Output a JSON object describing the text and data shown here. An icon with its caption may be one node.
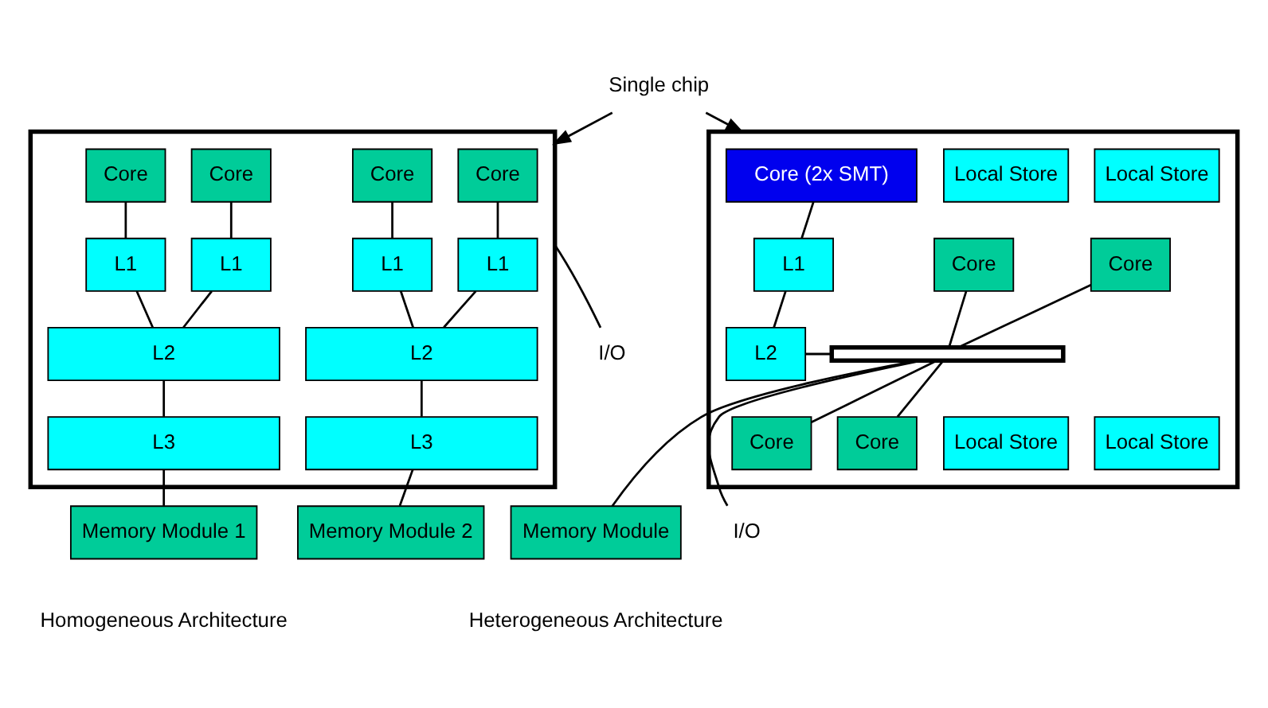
{
  "diagram": {
    "nodes": [
      {
        "text": [
          "Single chip"
        ]
      },
      {
        "text": [],
        "shape": "box"
      },
      {
        "text": [
          "Core"
        ],
        "in": 1
      },
      {
        "text": [
          "Core"
        ],
        "in": 1
      },
      {
        "text": [
          "Core"
        ],
        "in": 1
      },
      {
        "text": [
          "Core"
        ],
        "in": 1
      },
      {
        "text": [
          "L1"
        ],
        "in": 1
      },
      {
        "text": [
          "L1"
        ],
        "in": 1
      },
      {
        "text": [
          "L1"
        ],
        "in": 1
      },
      {
        "text": [
          "L1"
        ],
        "in": 1
      },
      {
        "text": [
          "L2"
        ],
        "in": 1
      },
      {
        "text": [
          "L2"
        ],
        "in": 1
      },
      {
        "text": [
          "L3"
        ],
        "in": 1
      },
      {
        "text": [
          "L3"
        ],
        "in": 1
      },
      {
        "text": [
          "I/O"
        ]
      },
      {
        "text": [
          "Memory Module 1"
        ]
      },
      {
        "text": [
          "Memory Module 2"
        ]
      },
      {
        "text": [],
        "shape": "box"
      },
      {
        "text": [
          "Core (2x SMT)"
        ],
        "in": 17
      },
      {
        "text": [
          "L1"
        ],
        "in": 17
      },
      {
        "text": [
          "L2"
        ],
        "in": 17
      },
      {
        "text": [
          "Local Store"
        ],
        "in": 17
      },
      {
        "text": [
          "Local Store"
        ],
        "in": 17
      },
      {
        "text": [
          "Core"
        ],
        "in": 17
      },
      {
        "text": [
          "Core"
        ],
        "in": 17
      },
      {
        "text": [],
        "shape": "bar",
        "in": 17
      },
      {
        "text": [
          "Core"
        ],
        "in": 17
      },
      {
        "text": [
          "Core"
        ],
        "in": 17
      },
      {
        "text": [
          "Local Store"
        ],
        "in": 17
      },
      {
        "text": [
          "Local Store"
        ],
        "in": 17
      },
      {
        "text": [
          "Memory Module"
        ]
      },
      {
        "text": [
          "I/O"
        ]
      }
    ],
    "edges": [
      {
        "from": 0,
        "to": 1,
        "arrow": "to"
      },
      {
        "from": 0,
        "to": 17,
        "arrow": "to"
      },
      {
        "from": 2,
        "to": 6,
        "arrow": "none"
      },
      {
        "from": 3,
        "to": 7,
        "arrow": "none"
      },
      {
        "from": 4,
        "to": 8,
        "arrow": "none"
      },
      {
        "from": 5,
        "to": 9,
        "arrow": "none"
      },
      {
        "from": 6,
        "to": 10,
        "arrow": "none"
      },
      {
        "from": 7,
        "to": 10,
        "arrow": "none"
      },
      {
        "from": 8,
        "to": 11,
        "arrow": "none"
      },
      {
        "from": 9,
        "to": 11,
        "arrow": "none"
      },
      {
        "from": 10,
        "to": 13,
        "arrow": "none"
      },
      {
        "from": 11,
        "to": 12,
        "arrow": "none"
      },
      {
        "from": 14,
        "to": 1,
        "arrow": "none"
      },
      {
        "from": 12,
        "to": 15,
        "arrow": "none"
      },
      {
        "from": 13,
        "to": 16,
        "arrow": "none"
      },
      {
        "from": 18,
        "to": 19,
        "arrow": "none"
      },
      {
        "from": 19,
        "to": 20,
        "arrow": "none"
      },
      {
        "from": 20,
        "to": 25,
        "arrow": "none"
      },
      {
        "from": 23,
        "to": 25,
        "arrow": "none"
      },
      {
        "from": 24,
        "to": 25,
        "arrow": "none"
      },
      {
        "from": 25,
        "to": 26,
        "arrow": "none"
      },
      {
        "from": 25,
        "to": 27,
        "arrow": "none"
      },
      {
        "from": 25,
        "to": 30,
        "arrow": "none"
      },
      {
        "from": 25,
        "to": 31,
        "arrow": "none"
      }
    ],
    "labels": [
      "Homogeneous Architecture",
      "Heterogeneous Architecture"
    ]
  }
}
